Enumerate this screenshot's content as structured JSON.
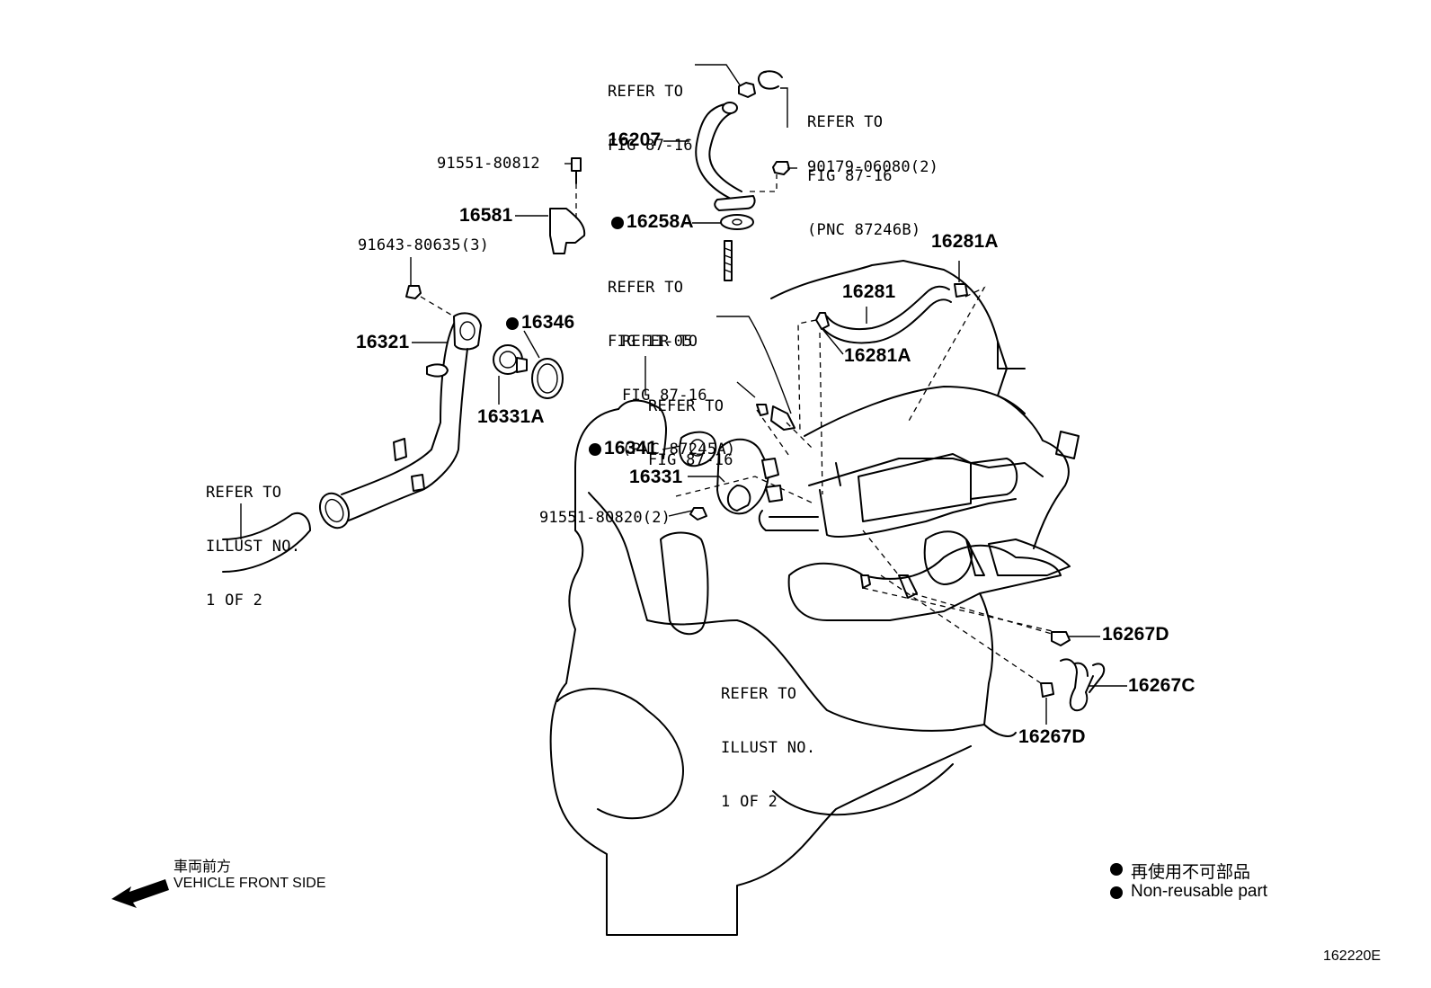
{
  "labels": {
    "ref_87_16_a": [
      "REFER TO",
      "FIG 87-16"
    ],
    "ref_87_16_b": [
      "REFER TO",
      "FIG 87-16",
      "(PNC 87246B)"
    ],
    "ref_11_05": [
      "REFER TO",
      "FIG 11-05"
    ],
    "ref_87_16_c": [
      "REFER TO",
      "FIG 87-16",
      "(PNC 87245A)"
    ],
    "ref_87_16_d": [
      "REFER TO",
      "FIG 87-16"
    ],
    "ref_illust_left": [
      "REFER TO",
      "ILLUST NO.",
      "1 OF 2"
    ],
    "ref_illust_center": [
      "REFER TO",
      "ILLUST NO.",
      "1 OF 2"
    ]
  },
  "parts": {
    "p16207": "16207",
    "p91551_80812": "91551-80812",
    "p90179_06080": "90179-06080(2)",
    "p16581": "16581",
    "p16258A": "16258A",
    "p16281A_top": "16281A",
    "p16281": "16281",
    "p16281A_mid": "16281A",
    "p91643_80635": "91643-80635(3)",
    "p16346": "16346",
    "p16321": "16321",
    "p16331A": "16331A",
    "p16341": "16341",
    "p16331": "16331",
    "p91551_80820": "91551-80820(2)",
    "p16267D_top": "16267D",
    "p16267C": "16267C",
    "p16267D_bottom": "16267D"
  },
  "front": {
    "jp": "車両前方",
    "en": "VEHICLE FRONT SIDE"
  },
  "legend": {
    "jp": "再使用不可部品",
    "en": "Non-reusable part"
  },
  "figure_id": "162220E"
}
